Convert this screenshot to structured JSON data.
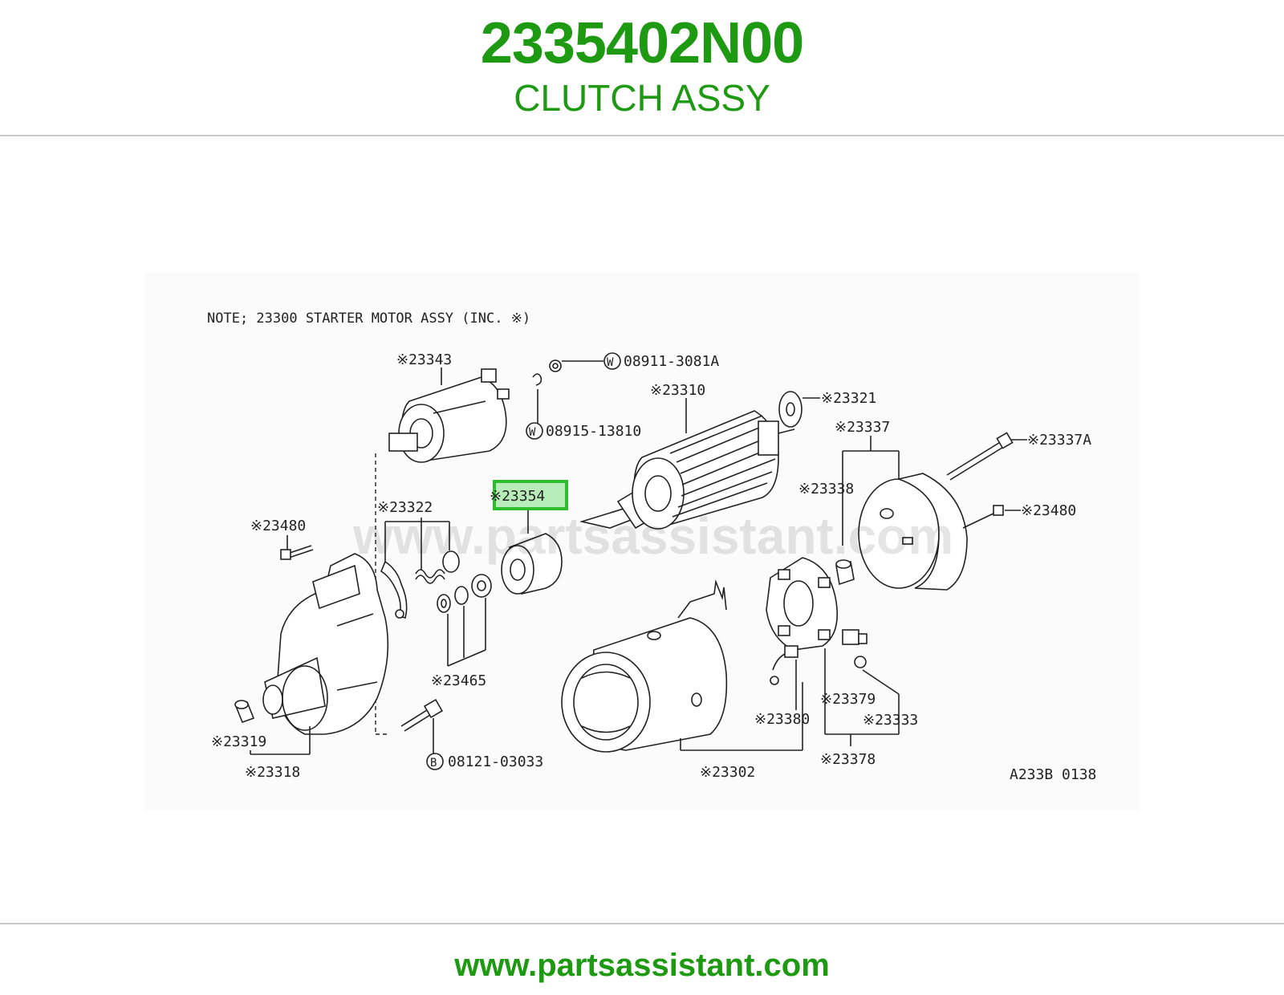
{
  "header": {
    "part_number": "2335402N00",
    "part_name": "CLUTCH ASSY"
  },
  "diagram": {
    "note": "NOTE; 23300  STARTER MOTOR ASSY (INC. ※)",
    "watermark": "www.partsassistant.com",
    "figure_code": "A233B 0138",
    "highlight_color": "#2ebd2e",
    "callouts": {
      "c23343": "※23343",
      "c08911": "08911-3081A",
      "c23310": "※23310",
      "c23321": "※23321",
      "c08915": "08915-13810",
      "c23337": "※23337",
      "c23337a": "※23337A",
      "c23338": "※23338",
      "c23354": "※23354",
      "c23480r": "※23480",
      "c23322": "※23322",
      "c23480l": "※23480",
      "c23465": "※23465",
      "c23379": "※23379",
      "c23380": "※23380",
      "c23333": "※23333",
      "c23319": "※23319",
      "c08121": "08121-03033",
      "c23378": "※23378",
      "c23318": "※23318",
      "c23302": "※23302"
    },
    "circle_marks": {
      "w1": "W",
      "w2": "W",
      "b1": "B"
    }
  },
  "footer": {
    "url": "www.partsassistant.com"
  }
}
